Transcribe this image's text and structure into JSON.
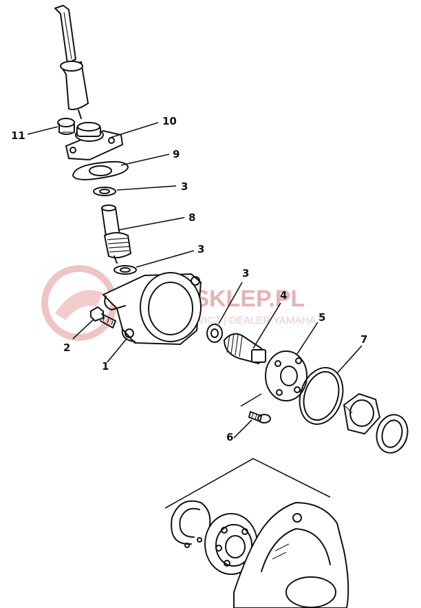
{
  "labels": {
    "p1": "1",
    "p2": "2",
    "p3a": "3",
    "p3b": "3",
    "p3c": "3",
    "p4": "4",
    "p5": "5",
    "p6": "6",
    "p7": "7",
    "p8": "8",
    "p9": "9",
    "p10": "10",
    "p11": "11"
  },
  "watermark": {
    "title": "-SKLEP.PL",
    "subtitle": "HOWICZ | DEALER YAMAHA"
  },
  "colors": {
    "ink": "#111111",
    "watermark": "#e7b3b3"
  }
}
